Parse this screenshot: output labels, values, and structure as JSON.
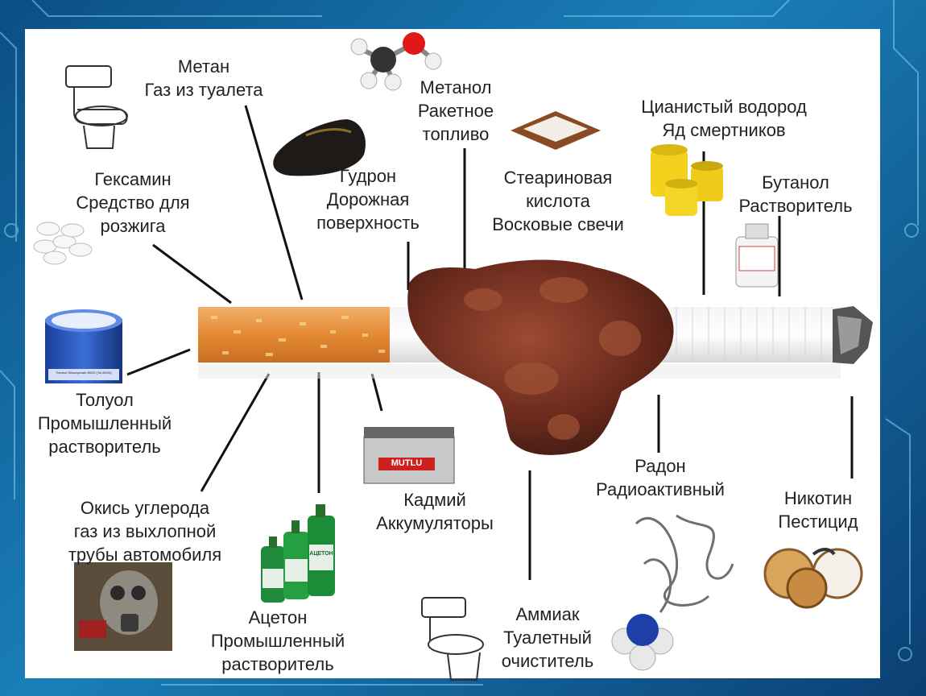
{
  "slide": {
    "labels": {
      "methane": {
        "line1": "Метан",
        "line2": "Газ из туалета"
      },
      "methanol": {
        "line1": "Метанол",
        "line2": "Ракетное",
        "line3": "топливо"
      },
      "hcn": {
        "line1": "Цианистый водород",
        "line2": "Яд смертников"
      },
      "hexamine": {
        "line1": "Гексамин",
        "line2": "Средство для",
        "line3": "розжига"
      },
      "tar": {
        "line1": "Гудрон",
        "line2": "Дорожная",
        "line3": "поверхность"
      },
      "stearic": {
        "line1": "Стеариновая",
        "line2": "кислота",
        "line3": "Восковые свечи"
      },
      "butanol": {
        "line1": "Бутанол",
        "line2": "Растворитель"
      },
      "toluene": {
        "line1": "Толуол",
        "line2": "Промышленный",
        "line3": "растворитель"
      },
      "cadmium": {
        "line1": "Кадмий",
        "line2": "Аккумуляторы"
      },
      "radon": {
        "line1": "Радон",
        "line2": "Радиоактивный"
      },
      "nicotine": {
        "line1": "Никотин",
        "line2": "Пестицид"
      },
      "co": {
        "line1": "Окись углерода",
        "line2": "газ из выхлопной",
        "line3": "трубы автомобиля"
      },
      "acetone": {
        "line1": "Ацетон",
        "line2": "Промышленный",
        "line3": "растворитель"
      },
      "ammonia": {
        "line1": "Аммиак",
        "line2": "Туалетный",
        "line3": "очиститель"
      }
    },
    "product_text": {
      "acetone_bottle": "АЦЕТОН",
      "battery_brand": "MUTLU",
      "barrel_text": "Toluene Diisocyanate 80/20 (Tol 80/20)"
    },
    "colors": {
      "background": "#1273ad",
      "panel": "#ffffff",
      "filter": "#e8913a",
      "lung": "#6b2a1e",
      "text": "#222222"
    }
  }
}
